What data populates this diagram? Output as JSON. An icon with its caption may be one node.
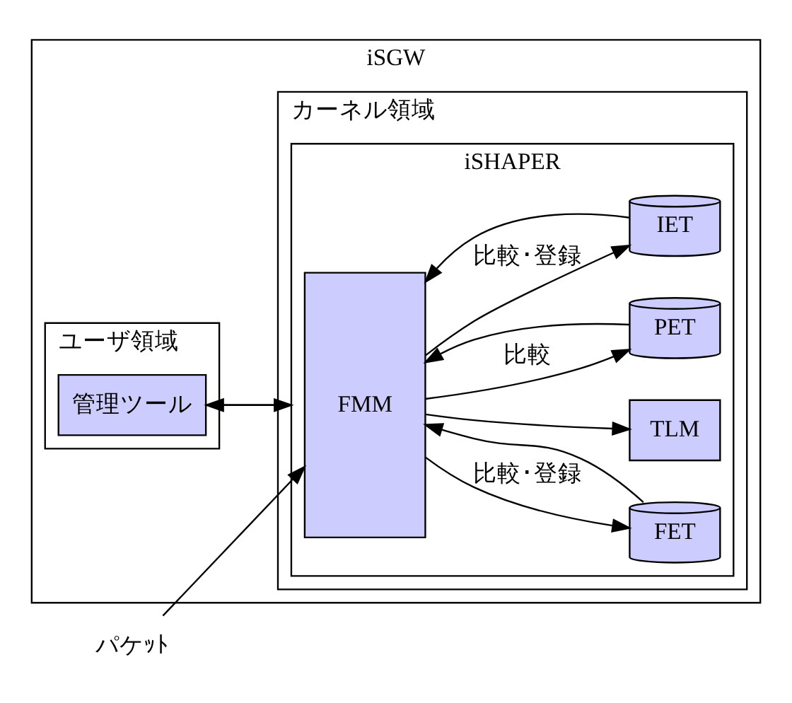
{
  "diagram": {
    "nodes": [
      {
        "text": [
          "iSGW"
        ]
      },
      {
        "text": [
          "ユーザ領域"
        ],
        "in": 0
      },
      {
        "text": [
          "管理ツール"
        ],
        "in": 1
      },
      {
        "text": [
          "カーネル領域"
        ],
        "in": 0
      },
      {
        "text": [
          "iSHAPER"
        ],
        "in": 3
      },
      {
        "text": [
          "FMM"
        ],
        "in": 4
      },
      {
        "text": [
          "FET"
        ],
        "in": 4
      },
      {
        "text": [
          "PET"
        ],
        "in": 4
      },
      {
        "text": [
          "IET"
        ],
        "in": 4
      },
      {
        "text": [
          "TLM"
        ],
        "in": 4
      },
      {
        "text": [
          "パケｯﾄ"
        ]
      }
    ],
    "edges": [
      {
        "from": 2,
        "to": 4,
        "arrow": "to"
      },
      {
        "from": 4,
        "to": 2,
        "arrow": "to"
      },
      {
        "from": 10,
        "to": 5,
        "arrow": "to"
      },
      {
        "from": 5,
        "to": 6,
        "label": "比較･登録",
        "arrow": "to"
      },
      {
        "from": 6,
        "to": 5,
        "arrow": "to"
      },
      {
        "from": 5,
        "to": 7,
        "label": "比較",
        "arrow": "to"
      },
      {
        "from": 7,
        "to": 5,
        "arrow": "to"
      },
      {
        "from": 5,
        "to": 8,
        "label": "比較･登録",
        "arrow": "to"
      },
      {
        "from": 8,
        "to": 5,
        "arrow": "to"
      },
      {
        "from": 5,
        "to": 9,
        "arrow": "to"
      }
    ]
  }
}
